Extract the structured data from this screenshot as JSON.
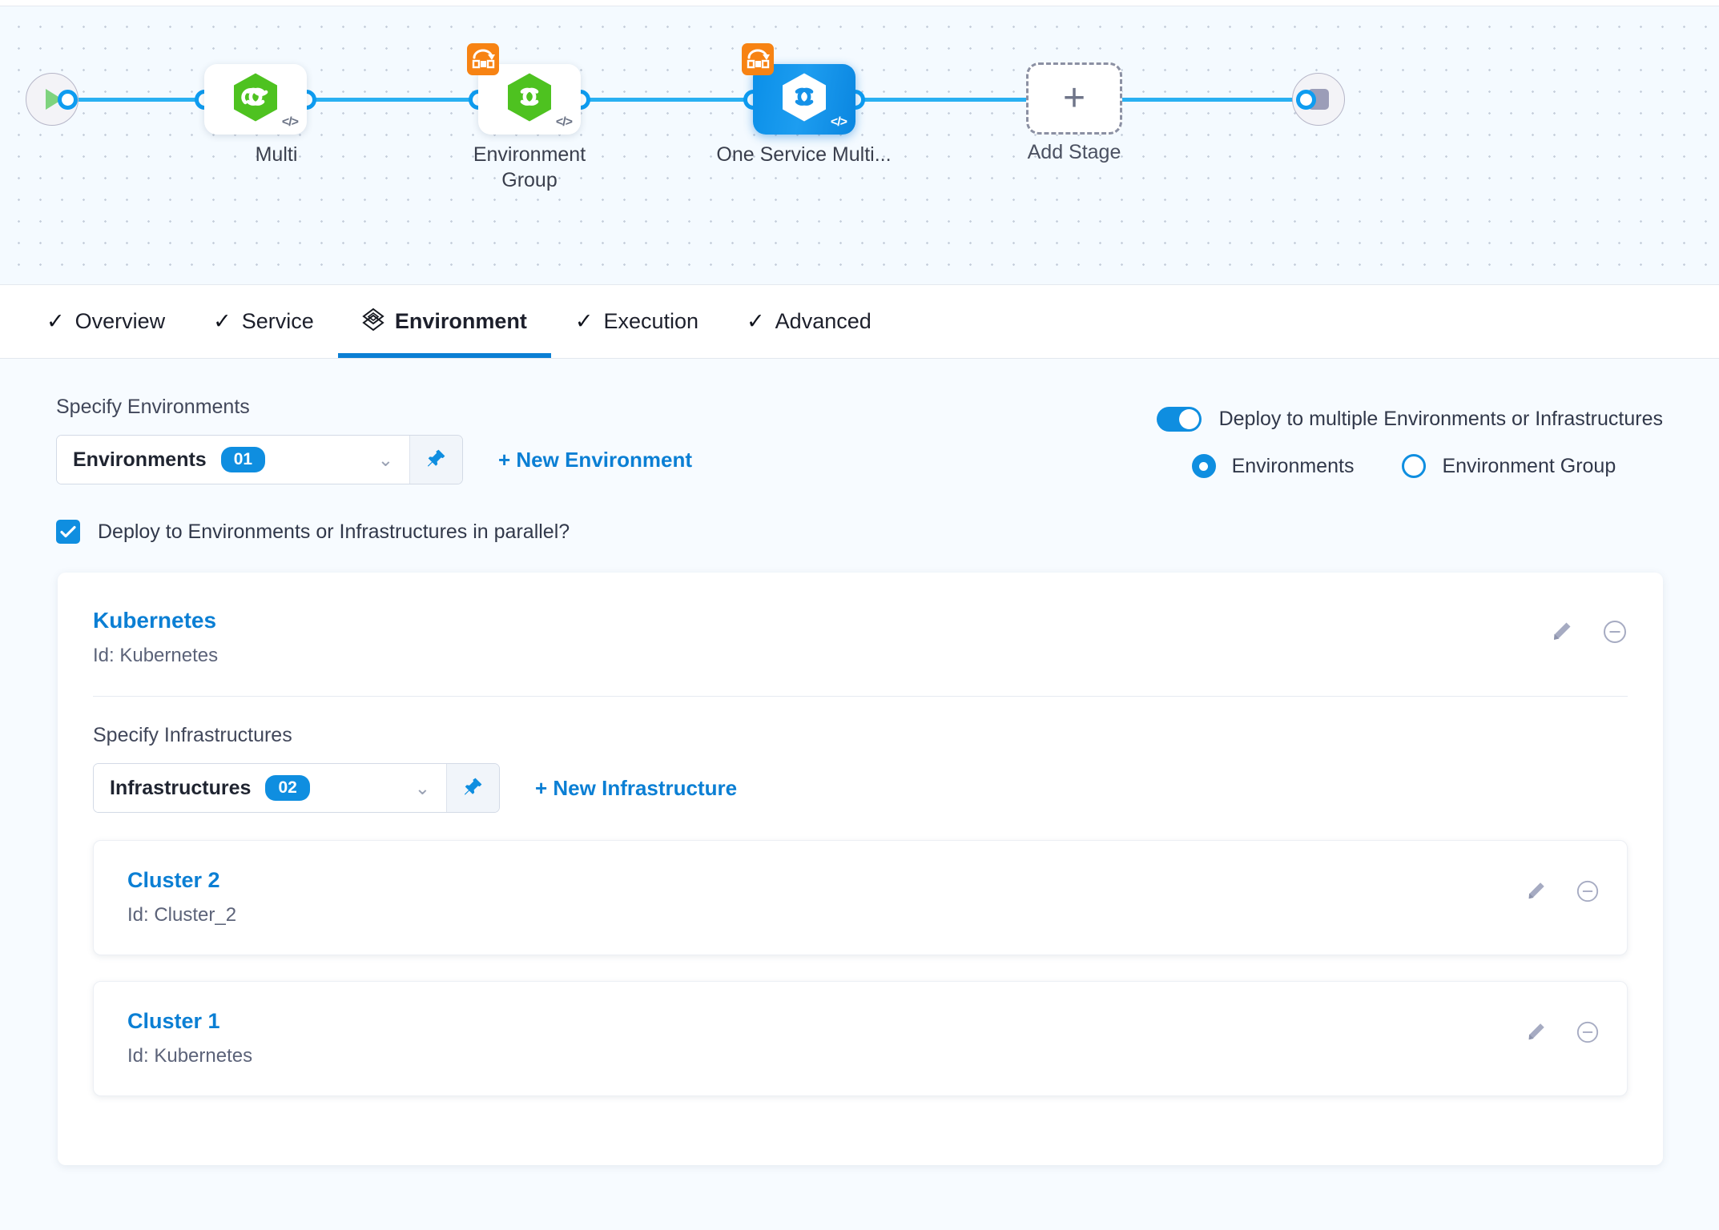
{
  "pipeline": {
    "start_icon": "play-icon",
    "end_icon": "stop-icon",
    "stages": [
      {
        "label": "Multi",
        "selected": false,
        "matrix_badge": false,
        "icon": "harness-hex-icon",
        "code_icon": "code-icon"
      },
      {
        "label": "Environment Group",
        "selected": false,
        "matrix_badge": true,
        "icon": "harness-hex-icon",
        "code_icon": "code-icon"
      },
      {
        "label": "One Service Multi...",
        "selected": true,
        "matrix_badge": true,
        "icon": "harness-hex-icon",
        "code_icon": "code-icon"
      }
    ],
    "add_stage": {
      "label": "Add Stage",
      "icon": "plus-icon"
    }
  },
  "tabs": [
    {
      "label": "Overview",
      "icon": "check-icon",
      "active": false
    },
    {
      "label": "Service",
      "icon": "check-icon",
      "active": false
    },
    {
      "label": "Environment",
      "icon": "layers-icon",
      "active": true
    },
    {
      "label": "Execution",
      "icon": "check-icon",
      "active": false
    },
    {
      "label": "Advanced",
      "icon": "check-icon",
      "active": false
    }
  ],
  "environments": {
    "section_label": "Specify Environments",
    "select_value": "Environments",
    "select_count": "01",
    "chevron_icon": "chevron-down-icon",
    "pin_icon": "pin-icon",
    "new_link": "+ New Environment",
    "parallel_checkbox_label": "Deploy to Environments or Infrastructures in parallel?",
    "parallel_checked": true
  },
  "multi_deploy": {
    "toggle_label": "Deploy to multiple Environments or Infrastructures",
    "toggle_on": true,
    "radios": [
      {
        "label": "Environments",
        "selected": true
      },
      {
        "label": "Environment Group",
        "selected": false
      }
    ]
  },
  "environment_card": {
    "name": "Kubernetes",
    "id": "Id: Kubernetes",
    "edit_icon": "pencil-icon",
    "remove_icon": "minus-circle-icon"
  },
  "infrastructures": {
    "section_label": "Specify Infrastructures",
    "select_value": "Infrastructures",
    "select_count": "02",
    "chevron_icon": "chevron-down-icon",
    "pin_icon": "pin-icon",
    "new_link": "+ New Infrastructure",
    "items": [
      {
        "name": "Cluster 2",
        "id": "Id: Cluster_2",
        "edit_icon": "pencil-icon",
        "remove_icon": "minus-circle-icon"
      },
      {
        "name": "Cluster 1",
        "id": "Id: Kubernetes",
        "edit_icon": "pencil-icon",
        "remove_icon": "minus-circle-icon"
      }
    ]
  },
  "colors": {
    "accent_blue": "#0b7fd4",
    "pill_blue": "#0f8ee0",
    "wire_blue": "#29b0f2",
    "node_green": "#4ec220",
    "badge_orange": "#f78313",
    "canvas_bg": "#f4faff",
    "page_bg": "#f7fbff"
  }
}
